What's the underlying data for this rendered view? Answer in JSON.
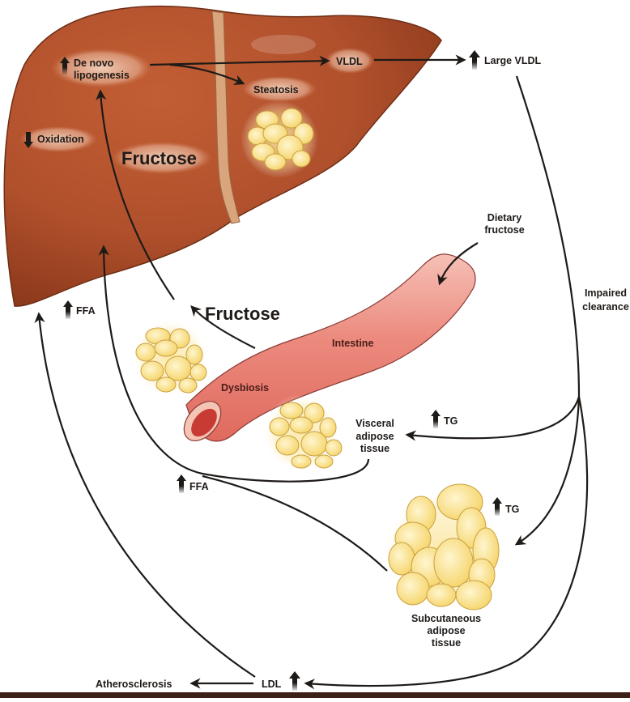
{
  "diagram": {
    "title": "Fructose metabolism and lipid effects",
    "colors": {
      "liver": "#b0502c",
      "liver_dark": "#8e3a1c",
      "ligament": "#d9a57d",
      "intestine": "#e8736a",
      "intestine_light": "#f4b4aa",
      "fat": "#f7dd7a",
      "fat_outline": "#c9a040",
      "arrow": "#1e1a18",
      "bottom_bar": "#3d2016"
    },
    "liver": {
      "labels": {
        "de_novo_line1": "De novo",
        "de_novo_line2": "lipogenesis",
        "de_novo_direction": "up",
        "oxidation": "Oxidation",
        "oxidation_direction": "down",
        "fructose": "Fructose",
        "steatosis": "Steatosis",
        "vldl": "VLDL"
      }
    },
    "labels": {
      "large_vldl": "Large VLDL",
      "large_vldl_direction": "up",
      "dietary_fructose_line1": "Dietary",
      "dietary_fructose_line2": "fructose",
      "impaired_line1": "Impaired",
      "impaired_line2": "clearance",
      "fructose_intestine": "Fructose",
      "intestine": "Intestine",
      "dysbiosis": "Dysbiosis",
      "ffa_top": "FFA",
      "ffa_mid": "FFA",
      "tg_visceral": "TG",
      "tg_subcutaneous": "TG",
      "visceral_line1": "Visceral",
      "visceral_line2": "adipose",
      "visceral_line3": "tissue",
      "subcutaneous_line1": "Subcutaneous",
      "subcutaneous_line2": "adipose",
      "subcutaneous_line3": "tissue",
      "ldl": "LDL",
      "ldl_direction": "up",
      "atherosclerosis": "Atherosclerosis"
    }
  }
}
